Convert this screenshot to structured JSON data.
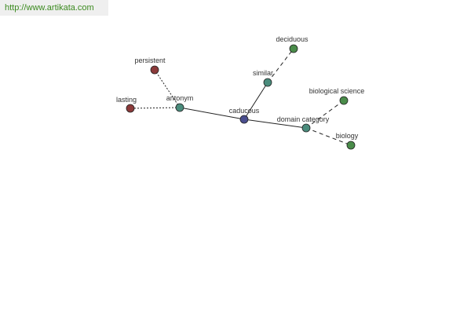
{
  "site": {
    "url": "http://www.artikata.com"
  },
  "graph": {
    "nodes": [
      {
        "id": "caducous",
        "label": "caducous",
        "color": "#4a4e8e"
      },
      {
        "id": "antonym",
        "label": "antonym",
        "color": "#4a8c7c"
      },
      {
        "id": "persistent",
        "label": "persistent",
        "color": "#8b3a3a"
      },
      {
        "id": "lasting",
        "label": "lasting",
        "color": "#8b3a3a"
      },
      {
        "id": "similar",
        "label": "similar",
        "color": "#4a8c7c"
      },
      {
        "id": "deciduous",
        "label": "deciduous",
        "color": "#4a8c4a"
      },
      {
        "id": "domain-category",
        "label": "domain category",
        "color": "#4a8c7c"
      },
      {
        "id": "biological-science",
        "label": "biological science",
        "color": "#4a8c4a"
      },
      {
        "id": "biology",
        "label": "biology",
        "color": "#4a8c4a"
      }
    ],
    "edges": [
      {
        "from": "caducous",
        "to": "antonym",
        "style": "solid"
      },
      {
        "from": "caducous",
        "to": "similar",
        "style": "solid"
      },
      {
        "from": "caducous",
        "to": "domain-category",
        "style": "solid"
      },
      {
        "from": "antonym",
        "to": "persistent",
        "style": "dotted"
      },
      {
        "from": "antonym",
        "to": "lasting",
        "style": "dotted"
      },
      {
        "from": "similar",
        "to": "deciduous",
        "style": "dashed"
      },
      {
        "from": "domain-category",
        "to": "biological-science",
        "style": "dashed"
      },
      {
        "from": "domain-category",
        "to": "biology",
        "style": "dashed"
      }
    ]
  }
}
